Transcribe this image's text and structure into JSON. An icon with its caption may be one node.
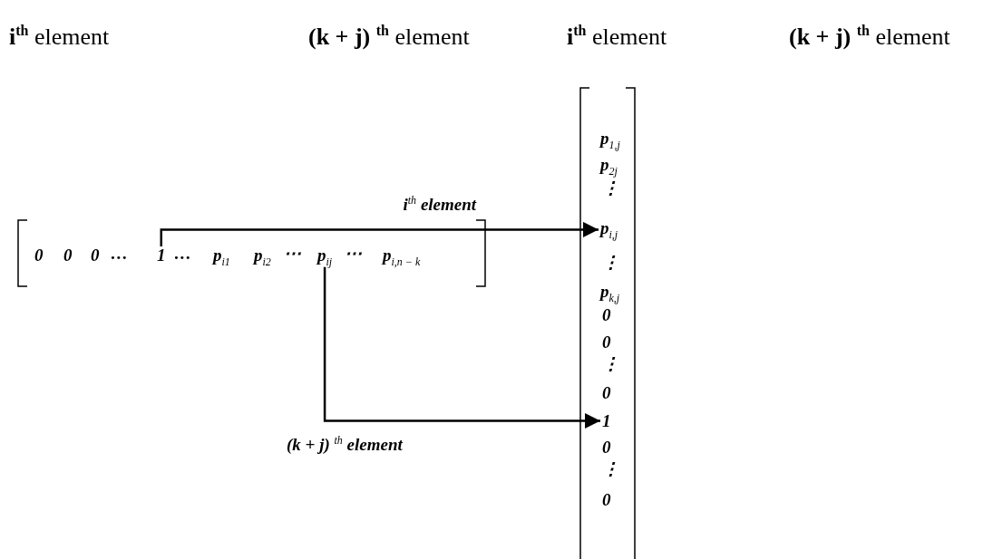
{
  "diagram": {
    "nodes": [
      {
        "text": [
          "1"
        ]
      },
      {
        "text": [
          "p$_{ij}$"
        ]
      },
      {
        "text": [
          "p$_{i,j}$"
        ]
      },
      {
        "text": [
          "1"
        ]
      }
    ],
    "edges": [
      {
        "from": 0,
        "to": 2,
        "arrow": "to",
        "label": "i$^{th}$ element"
      },
      {
        "from": 1,
        "to": 3,
        "arrow": "to",
        "label": "(k + j) $^{th}$ element"
      }
    ],
    "labels": [
      "**i**$^{th}$ element",
      "**(k + j)** $^{th}$ element",
      "**i**$^{th}$ element",
      "**(k + j)** $^{th}$ element",
      "0",
      "0",
      "0",
      "…",
      "…",
      "p$_{i1}$",
      "p$_{i2}$",
      "⋯",
      "⋯",
      "p$_{i,n − k}$",
      "p$_{1,j}$",
      "p$_{2j}$",
      "⋮",
      "⋮",
      "p$_{k,j}$",
      "0",
      "0",
      "⋮",
      "0",
      "0",
      "⋮",
      "0"
    ]
  }
}
